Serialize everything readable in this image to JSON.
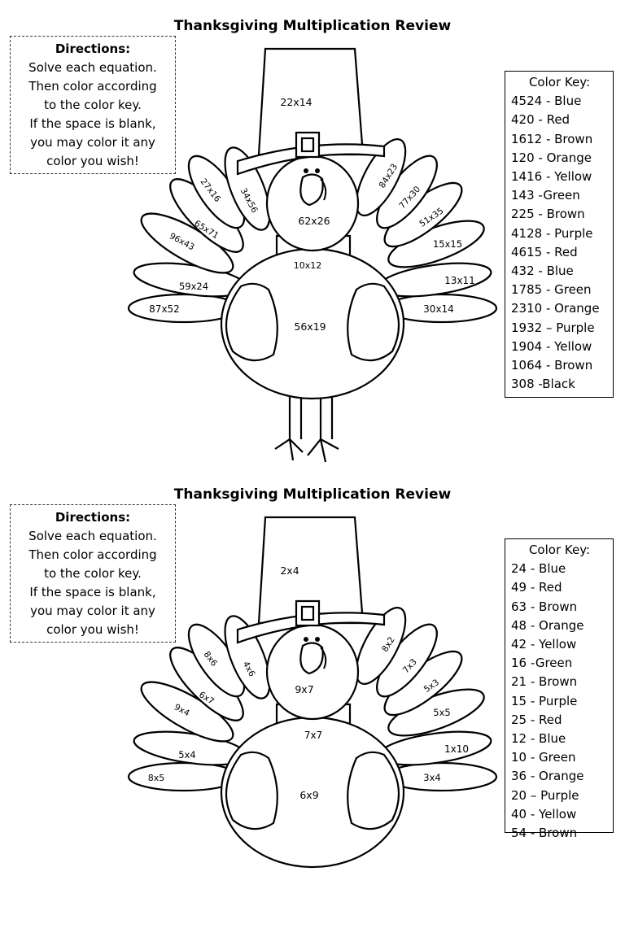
{
  "sheets": [
    {
      "title": "Thanksgiving Multiplication Review",
      "directions": {
        "heading": "Directions:",
        "lines": [
          "Solve each equation.",
          "Then color according",
          "to the color key.",
          "If the space is blank,",
          "you may color it any",
          "color you wish!"
        ]
      },
      "color_key": {
        "heading": "Color Key:",
        "items": [
          "4524 - Blue",
          "420 - Red",
          "1612 - Brown",
          "120 - Orange",
          "1416 - Yellow",
          "143 -Green",
          "225 - Brown",
          "4128 - Purple",
          "4615 - Red",
          "432 - Blue",
          "1785 - Green",
          "2310 - Orange",
          "1932 – Purple",
          "1904 - Yellow",
          "1064 - Brown",
          "308 -Black"
        ]
      },
      "equations": {
        "hat": "22x14",
        "head": "62x26",
        "neck": "10x12",
        "body": "56x19",
        "feather_l1": "27x16",
        "feather_l2": "34x56",
        "feather_l3": "65x71",
        "feather_l4": "96x43",
        "feather_l5": "59x24",
        "feather_l6": "87x52",
        "feather_r1": "84x23",
        "feather_r2": "77x30",
        "feather_r3": "51x35",
        "feather_r4": "15x15",
        "feather_r5": "13x11",
        "feather_r6": "30x14"
      }
    },
    {
      "title": "Thanksgiving Multiplication Review",
      "directions": {
        "heading": "Directions:",
        "lines": [
          "Solve each equation.",
          "Then color according",
          "to the color key.",
          "If the space is blank,",
          "you may color it any",
          "color you wish!"
        ]
      },
      "color_key": {
        "heading": "Color Key:",
        "items": [
          "24 - Blue",
          "49 - Red",
          "63 - Brown",
          "48 - Orange",
          "42 - Yellow",
          "16 -Green",
          "21 - Brown",
          "15 - Purple",
          "25 - Red",
          "12 - Blue",
          "10 - Green",
          "36 - Orange",
          "20 – Purple",
          "40 - Yellow",
          "54 - Brown"
        ]
      },
      "equations": {
        "hat": "2x4",
        "head": "9x7",
        "neck": "7x7",
        "body": "6x9",
        "feather_l1": "8x6",
        "feather_l2": "4x6",
        "feather_l3": "6x7",
        "feather_l4": "9x4",
        "feather_l5": "5x4",
        "feather_l6": "8x5",
        "feather_r1": "8x2",
        "feather_r2": "7x3",
        "feather_r3": "5x3",
        "feather_r4": "5x5",
        "feather_r5": "1x10",
        "feather_r6": "3x4"
      }
    }
  ]
}
